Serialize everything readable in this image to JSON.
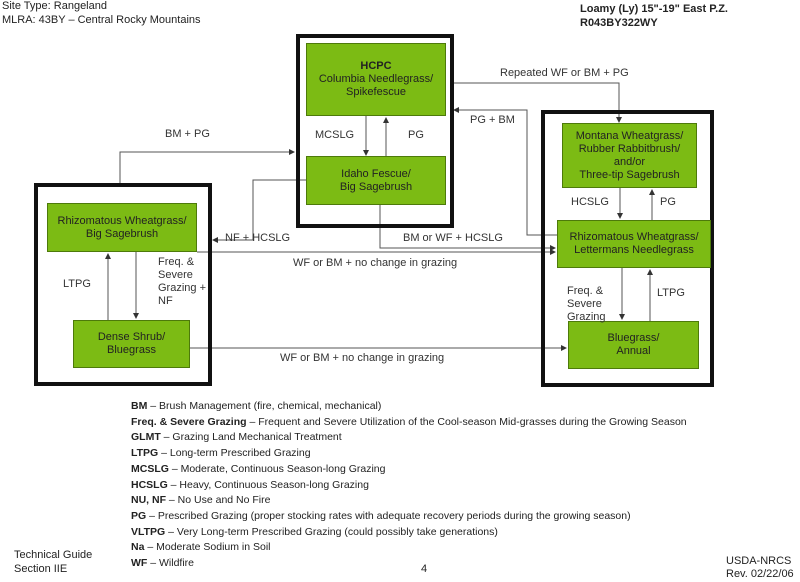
{
  "header": {
    "site_type": "Site Type:  Rangeland",
    "mlra": "MLRA:  43BY – Central Rocky Mountains",
    "ecosite": "Loamy (Ly) 15\"-19\" East P.Z.",
    "ecosite_id": "R043BY322WY"
  },
  "states": {
    "hcpc": {
      "title": "HCPC",
      "line1": "Columbia Needlegrass/",
      "line2": "Spikefescue"
    },
    "idaho": {
      "line1": "Idaho Fescue/",
      "line2": "Big Sagebrush"
    },
    "rhizo_big": {
      "line1": "Rhizomatous Wheatgrass/",
      "line2": "Big Sagebrush"
    },
    "dense": {
      "line1": "Dense Shrub/",
      "line2": "Bluegrass"
    },
    "montana": {
      "line1": "Montana Wheatgrass/",
      "line2": "Rubber Rabbitbrush/",
      "line3": "and/or",
      "line4": "Three-tip Sagebrush"
    },
    "rhizo_letter": {
      "line1": "Rhizomatous Wheatgrass/",
      "line2": "Lettermans Needlegrass"
    },
    "bluegrass": {
      "line1": "Bluegrass/",
      "line2": "Annual"
    }
  },
  "transitions": {
    "repeated": "Repeated WF or BM + PG",
    "pg_bm": "PG + BM",
    "bm_pg": "BM + PG",
    "mcslg": "MCSLG",
    "pg1": "PG",
    "nf_hcslg": "NF + HCSLG",
    "bm_wf_hcslg": "BM or WF + HCSLG",
    "wf_bm_nochange1": "WF or BM + no change in grazing",
    "ltpg_left": "LTPG",
    "freq_left1": "Freq. &",
    "freq_left2": "Severe",
    "freq_left3": "Grazing +",
    "freq_left4": "NF",
    "hcslg": "HCSLG",
    "pg2": "PG",
    "freq_right1": "Freq. &",
    "freq_right2": "Severe",
    "freq_right3": "Grazing",
    "ltpg_right": "LTPG",
    "wf_bm_nochange2": "WF or BM + no change in grazing"
  },
  "legend": [
    {
      "abbr": "BM",
      "desc": " – Brush Management (fire, chemical, mechanical)"
    },
    {
      "abbr": "Freq. & Severe Grazing",
      "desc": " – Frequent and Severe Utilization of the Cool-season Mid-grasses during the Growing Season"
    },
    {
      "abbr": "GLMT",
      "desc": " – Grazing Land Mechanical Treatment"
    },
    {
      "abbr": "LTPG",
      "desc": " – Long-term Prescribed Grazing"
    },
    {
      "abbr": "MCSLG",
      "desc": " – Moderate, Continuous Season-long Grazing"
    },
    {
      "abbr": "HCSLG",
      "desc": " – Heavy, Continuous Season-long Grazing"
    },
    {
      "abbr": "NU, NF",
      "desc": " – No Use and No Fire"
    },
    {
      "abbr": "PG",
      "desc": " – Prescribed Grazing (proper stocking rates with adequate recovery periods during the growing season)"
    },
    {
      "abbr": "VLTPG",
      "desc": " – Very Long-term Prescribed Grazing (could possibly take generations)"
    },
    {
      "abbr": "Na",
      "desc": " – Moderate Sodium in Soil"
    },
    {
      "abbr": "WF",
      "desc": " – Wildfire"
    }
  ],
  "footer": {
    "guide": "Technical Guide",
    "section": "Section IIE",
    "page": "4",
    "agency": "USDA-NRCS",
    "rev": "Rev. 02/22/06"
  }
}
